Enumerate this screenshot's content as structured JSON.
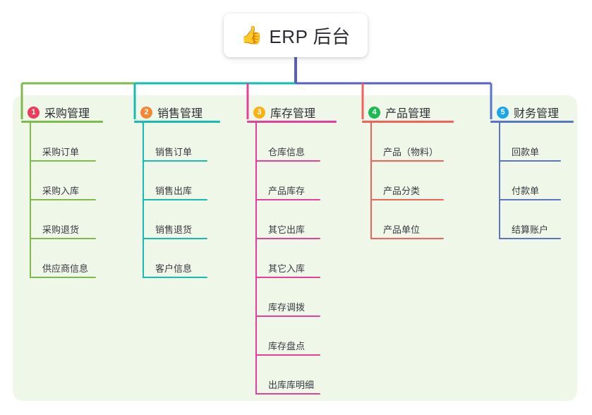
{
  "root": {
    "emoji": "👍",
    "emoji_name": "thumbs-up-icon",
    "title": "ERP 后台"
  },
  "palette": {
    "panel_bg": "#eff7e9",
    "page_bg": "#ffffff",
    "stem": "#5a5fc7",
    "text": "#2f2f36"
  },
  "columns": [
    {
      "number": "1",
      "badge_color": "#ef3b5b",
      "line_color": "#7fba4d",
      "label": "采购管理",
      "items": [
        "采购订单",
        "采购入库",
        "采购退货",
        "供应商信息"
      ]
    },
    {
      "number": "2",
      "badge_color": "#f58634",
      "line_color": "#14bdb0",
      "label": "销售管理",
      "items": [
        "销售订单",
        "销售出库",
        "销售退货",
        "客户信息"
      ]
    },
    {
      "number": "3",
      "badge_color": "#f6b214",
      "line_color": "#ea3e9b",
      "label": "库存管理",
      "items": [
        "仓库信息",
        "产品库存",
        "其它出库",
        "其它入库",
        "库存调拨",
        "库存盘点",
        "出库库明细"
      ]
    },
    {
      "number": "4",
      "badge_color": "#1db954",
      "line_color": "#f4615a",
      "label": "产品管理",
      "items": [
        "产品（物料）",
        "产品分类",
        "产品单位"
      ]
    },
    {
      "number": "5",
      "badge_color": "#1aa7e8",
      "line_color": "#5a74c7",
      "label": "财务管理",
      "items": [
        "回款单",
        "付款单",
        "结算账户"
      ]
    }
  ]
}
